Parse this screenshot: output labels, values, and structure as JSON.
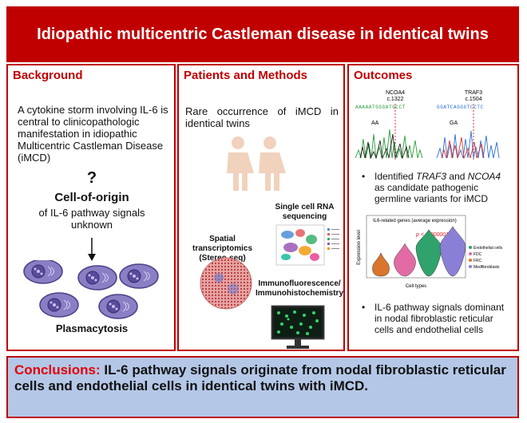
{
  "title": "Idiopathic multicentric Castleman disease in identical twins",
  "background": {
    "heading": "Background",
    "text": "A cytokine storm involving IL-6 is central to clinicopathologic manifestation in idiopathic Multicentric Castleman Disease (iMCD)",
    "question_mark": "?",
    "cell_of_origin": "Cell-of-origin",
    "cell_of_origin_sub": "of IL-6 pathway signals unknown",
    "plasmacytosis": "Plasmacytosis"
  },
  "patients_methods": {
    "heading": "Patients and Methods",
    "text": "Rare occurrence of iMCD in identical twins",
    "scrna": "Single cell RNA sequencing",
    "spatial": "Spatial transcriptomics (Stereo-seq)",
    "if": "Immunofluorescence/ Immunohistochemistry"
  },
  "outcomes": {
    "heading": "Outcomes",
    "ncoa4_gene": "NCOA4",
    "ncoa4_variant": "c.1322",
    "traf3_gene": "TRAF3",
    "traf3_variant": "c.1504",
    "seq1": "AAAAATGGGATGCCT",
    "seq2": "GGATCAGGGTCCTC",
    "genotype1": "AA",
    "genotype2": "GA",
    "bullet_dot": "•",
    "bullet1_pre": "Identified ",
    "bullet1_traf3": "TRAF3",
    "bullet1_and": " and ",
    "bullet1_ncoa4": "NCOA4",
    "bullet1_post": " as candidate pathogenic germline variants for iMCD",
    "bullet2": "IL-6 pathway signals dominant in nodal fibroblastic reticular cells and endothelial cells"
  },
  "conclusions": {
    "label": "Conclusions:",
    "text": " IL-6 pathway signals originate from nodal fibroblastic reticular cells and endothelial cells in identical twins with iMCD."
  },
  "chart_data": {
    "type": "violin",
    "title": "IL6-related genes (average expression)",
    "annotation": "p < 0.000001",
    "xlabel": "Cell types",
    "ylabel": "Expression level",
    "categories": [
      "Endothelial cells",
      "FDC",
      "FRC",
      "Medfibroblasts"
    ],
    "colors": [
      "#2fa36b",
      "#e36ba5",
      "#d9752c",
      "#8a7fd6"
    ],
    "series": [
      {
        "name": "Medfibroblasts",
        "median": 0.5,
        "spread": 0.25,
        "max": 1.5,
        "color": "#d9752c"
      },
      {
        "name": "FDC",
        "median": 0.9,
        "spread": 0.55,
        "max": 2.1,
        "color": "#e36ba5"
      },
      {
        "name": "Endothelial cells",
        "median": 1.8,
        "spread": 0.8,
        "max": 3.0,
        "color": "#2fa36b"
      },
      {
        "name": "FRC",
        "median": 1.9,
        "spread": 0.8,
        "max": 3.2,
        "color": "#8a7fd6"
      }
    ]
  }
}
